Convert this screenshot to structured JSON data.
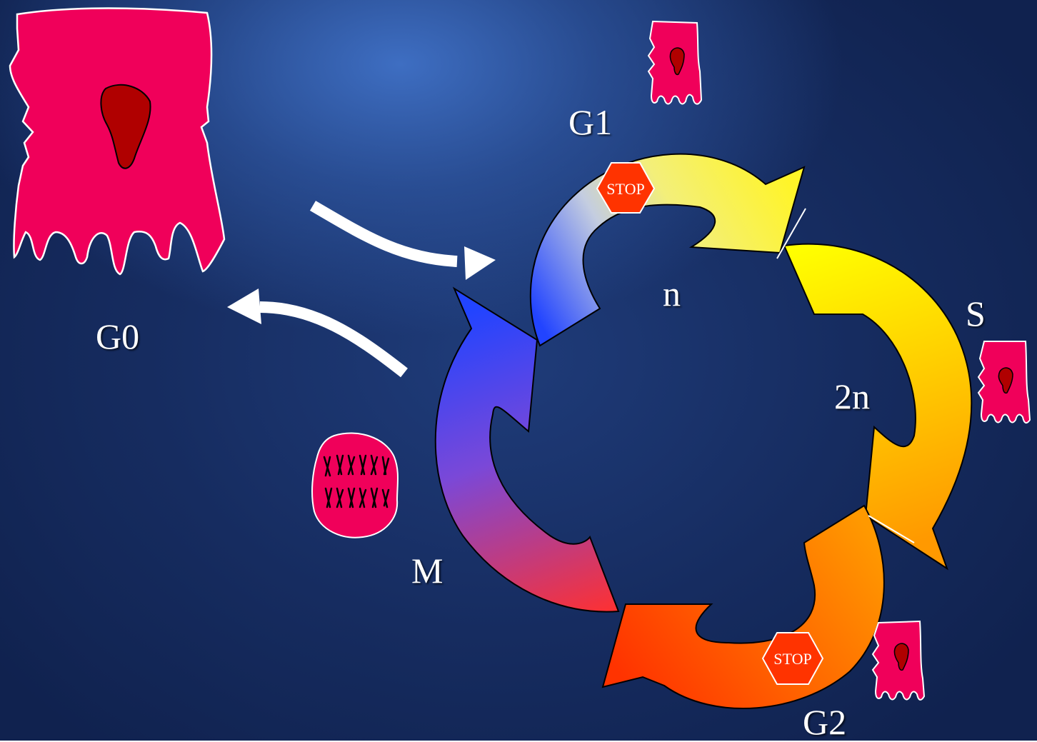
{
  "labels": {
    "g0": "G0",
    "g1": "G1",
    "s": "S",
    "g2": "G2",
    "m": "M",
    "n": "n",
    "two_n": "2n"
  },
  "checkpoints": {
    "g1_stop": "STOP",
    "g2_stop": "STOP"
  },
  "colors": {
    "cell": "#f0005a",
    "nucleus": "#b00000",
    "stop_sign": "#ff3300",
    "blue": "#2244ff",
    "yellow": "#ffee22",
    "orange": "#ff9900",
    "red_orange": "#ff4400",
    "magenta": "#cc3388",
    "transition_arrow": "#ffffff"
  }
}
